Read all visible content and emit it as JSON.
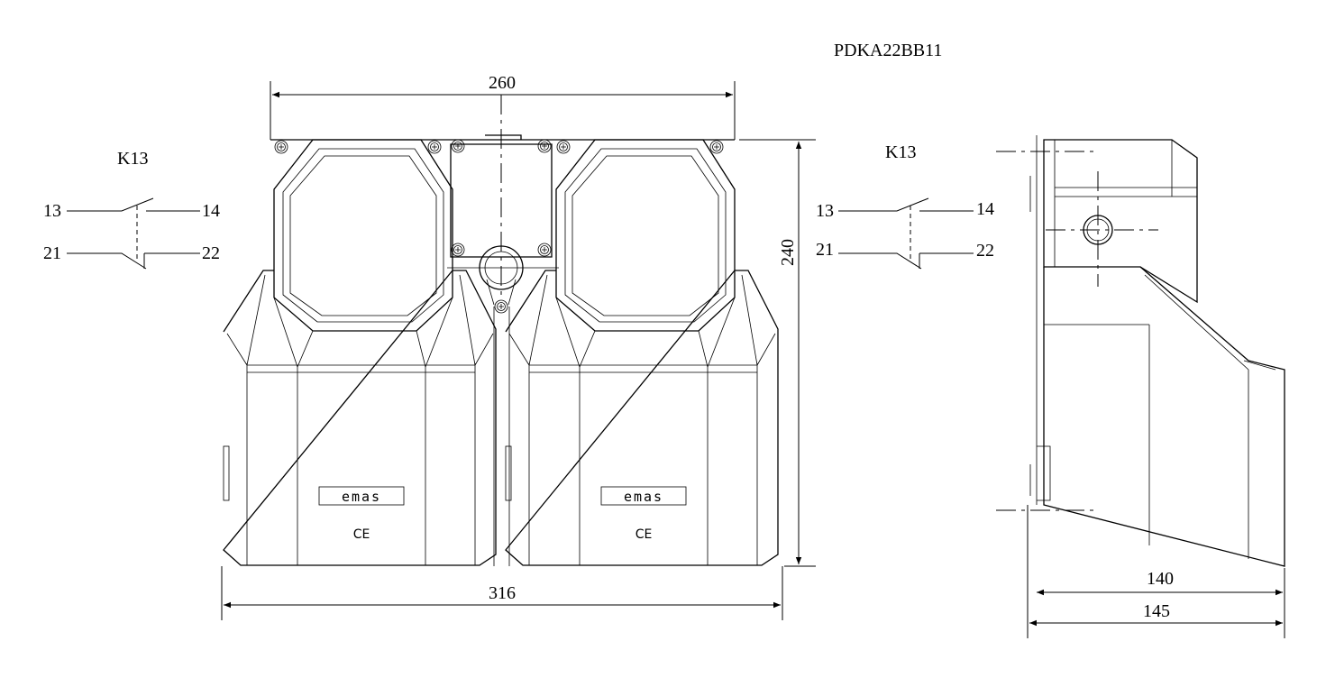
{
  "model_code": "PDKA22BB11",
  "dimensions": {
    "width_top": "260",
    "height": "240",
    "width_bottom": "316",
    "depth_inner": "140",
    "depth_outer": "145"
  },
  "contact_diagram_front": {
    "label": "K13",
    "terminals": [
      "13",
      "14",
      "21",
      "22"
    ]
  },
  "contact_diagram_side": {
    "label": "K13",
    "terminals": [
      "13",
      "14",
      "21",
      "22"
    ]
  },
  "brand_logo": "emas",
  "certification_mark": "CE"
}
